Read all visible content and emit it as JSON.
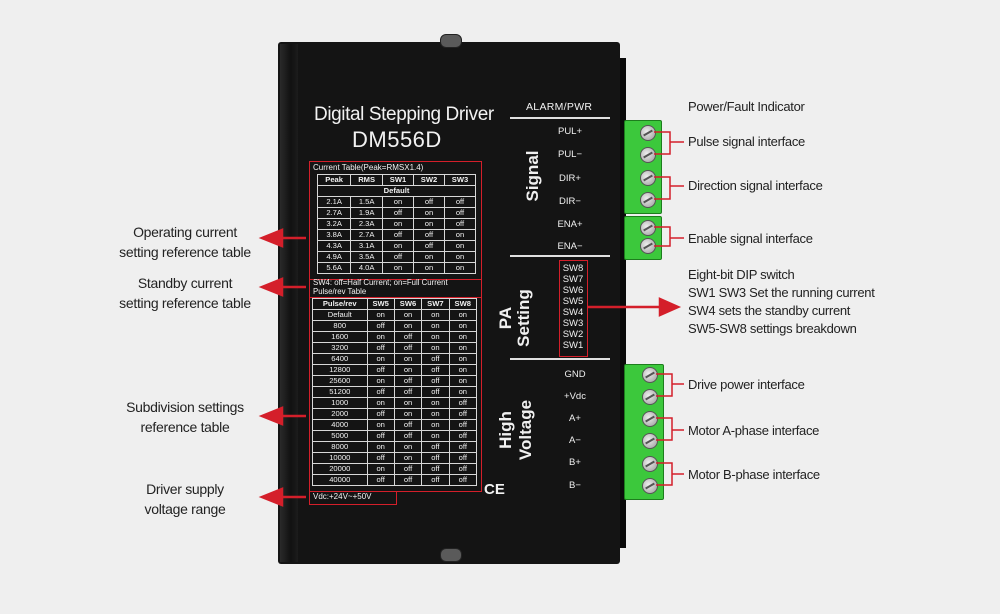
{
  "device": {
    "title": "Digital Stepping Driver",
    "model": "DM556D",
    "alarm_label": "ALARM/PWR",
    "ce_mark": "CE"
  },
  "current_table": {
    "caption": "Current Table(Peak=RMSX1.4)",
    "headers": [
      "Peak",
      "RMS",
      "SW1",
      "SW2",
      "SW3"
    ],
    "default_label": "Default",
    "rows": [
      [
        "2.1A",
        "1.5A",
        "on",
        "off",
        "off"
      ],
      [
        "2.7A",
        "1.9A",
        "off",
        "on",
        "off"
      ],
      [
        "3.2A",
        "2.3A",
        "on",
        "on",
        "off"
      ],
      [
        "3.8A",
        "2.7A",
        "off",
        "off",
        "on"
      ],
      [
        "4.3A",
        "3.1A",
        "on",
        "off",
        "on"
      ],
      [
        "4.9A",
        "3.5A",
        "off",
        "on",
        "on"
      ],
      [
        "5.6A",
        "4.0A",
        "on",
        "on",
        "on"
      ]
    ]
  },
  "standby": {
    "line1": "SW4: off=Half Current; on=Full Current",
    "line2": "Pulse/rev Table"
  },
  "pulse_table": {
    "headers": [
      "Pulse/rev",
      "SW5",
      "SW6",
      "SW7",
      "SW8"
    ],
    "rows": [
      [
        "Default",
        "on",
        "on",
        "on",
        "on"
      ],
      [
        "800",
        "off",
        "on",
        "on",
        "on"
      ],
      [
        "1600",
        "on",
        "off",
        "on",
        "on"
      ],
      [
        "3200",
        "off",
        "off",
        "on",
        "on"
      ],
      [
        "6400",
        "on",
        "on",
        "off",
        "on"
      ],
      [
        "12800",
        "off",
        "on",
        "off",
        "on"
      ],
      [
        "25600",
        "on",
        "off",
        "off",
        "on"
      ],
      [
        "51200",
        "off",
        "off",
        "off",
        "on"
      ],
      [
        "1000",
        "on",
        "on",
        "on",
        "off"
      ],
      [
        "2000",
        "off",
        "on",
        "on",
        "off"
      ],
      [
        "4000",
        "on",
        "off",
        "on",
        "off"
      ],
      [
        "5000",
        "off",
        "off",
        "on",
        "off"
      ],
      [
        "8000",
        "on",
        "on",
        "off",
        "off"
      ],
      [
        "10000",
        "off",
        "on",
        "off",
        "off"
      ],
      [
        "20000",
        "on",
        "off",
        "off",
        "off"
      ],
      [
        "40000",
        "off",
        "off",
        "off",
        "off"
      ]
    ]
  },
  "vdc_label": "Vdc:+24V~+50V",
  "sections": {
    "signal": "Signal",
    "pa_setting_line1": "PA",
    "pa_setting_line2": "Setting",
    "high_voltage_line1": "High",
    "high_voltage_line2": "Voltage"
  },
  "signal_pins": [
    "PUL+",
    "PUL−",
    "DIR+",
    "DIR−",
    "ENA+",
    "ENA−"
  ],
  "dip_switches": [
    "SW8",
    "SW7",
    "SW6",
    "SW5",
    "SW4",
    "SW3",
    "SW2",
    "SW1"
  ],
  "power_pins": [
    "GND",
    "+Vdc",
    "A+",
    "A−",
    "B+",
    "B−"
  ],
  "right_labels": {
    "power_fault": "Power/Fault Indicator",
    "pulse": "Pulse signal interface",
    "direction": "Direction signal interface",
    "enable": "Enable signal interface",
    "dip_line1": "Eight-bit DIP switch",
    "dip_line2": "SW1 SW3 Set the running current",
    "dip_line3": "SW4 sets the standby current",
    "dip_line4": "SW5-SW8 settings breakdown",
    "drive_power": "Drive power interface",
    "motor_a": "Motor A-phase interface",
    "motor_b": "Motor B-phase interface"
  },
  "left_labels": {
    "operating_line1": "Operating current",
    "operating_line2": "setting reference table",
    "standby_line1": "Standby current",
    "standby_line2": "setting reference table",
    "subdivision_line1": "Subdivision settings",
    "subdivision_line2": "reference table",
    "supply_line1": "Driver supply",
    "supply_line2": "voltage range"
  },
  "colors": {
    "accent_red": "#d41f2a",
    "terminal_green": "#3cc83c",
    "body": "#141414"
  }
}
